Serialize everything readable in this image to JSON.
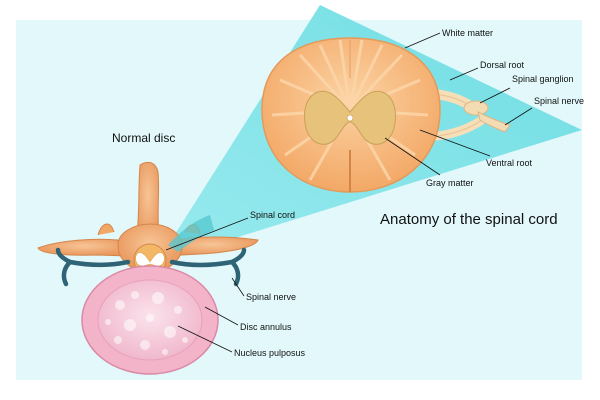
{
  "labels": {
    "normal_disc": "Normal disc",
    "anatomy_title": "Anatomy of the spinal cord",
    "white_matter": "White matter",
    "dorsal_root": "Dorsal root",
    "spinal_ganglion": "Spinal ganglion",
    "spinal_nerve_cord": "Spinal nerve",
    "ventral_root": "Ventral root",
    "gray_matter": "Gray matter",
    "spinal_cord": "Spinal cord",
    "spinal_nerve_disc": "Spinal nerve",
    "disc_annulus": "Disc annulus",
    "nucleus_pulposus": "Nucleus pulposus"
  },
  "colors": {
    "background_panel": "#e2f8fb",
    "zoom_wedge": "#7de3e8",
    "bone": "#f1a866",
    "cord_outer": "#f8bd86",
    "white_matter_fibers": "#fcd6a9",
    "gray_matter": "#e8c77c",
    "nerve": "#2e6475",
    "disc_annulus": "#f3b3c8",
    "nucleus_pulposus": "#f6d3e2",
    "cord_highlight": "#57c8d0"
  }
}
